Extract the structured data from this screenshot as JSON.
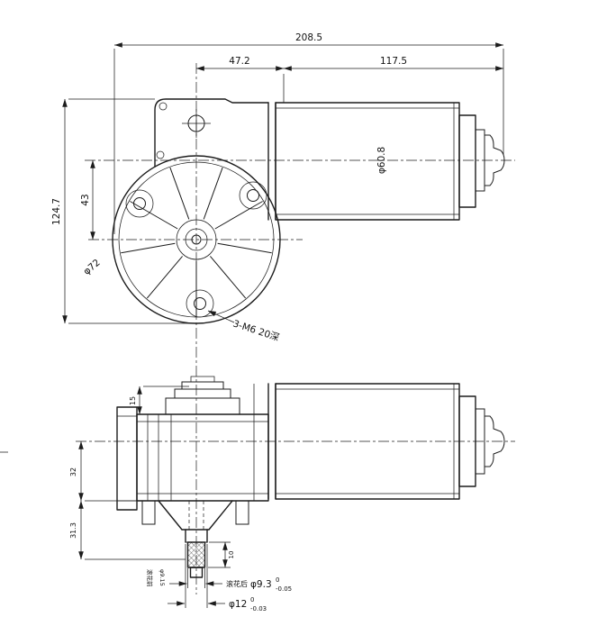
{
  "drawing": {
    "line_color": "#1c1c1c",
    "background": "#ffffff"
  },
  "dims": {
    "overall_length": "208.5",
    "center_to_flange": "47.2",
    "motor_length": "117.5",
    "overall_height": "124.7",
    "axis_offset": "43",
    "motor_diameter": "φ60.8",
    "gearbox_diameter": "φ72",
    "mounting_thread": "3-M6  20深",
    "boss_height": "15",
    "body_to_axis": "32",
    "shaft_extension": "31.3",
    "knurl_length": "10",
    "knurl_note": "滚花后",
    "shaft_knurl_dia": "φ9.3",
    "shaft_knurl_tol_upper": "0",
    "shaft_knurl_tol_lower": "-0.05",
    "shaft_base_dia": "φ12",
    "shaft_base_tol_upper": "0",
    "shaft_base_tol_lower": "-0.03",
    "side_note_1": "滚花前",
    "side_note_2": "φ9.15"
  }
}
